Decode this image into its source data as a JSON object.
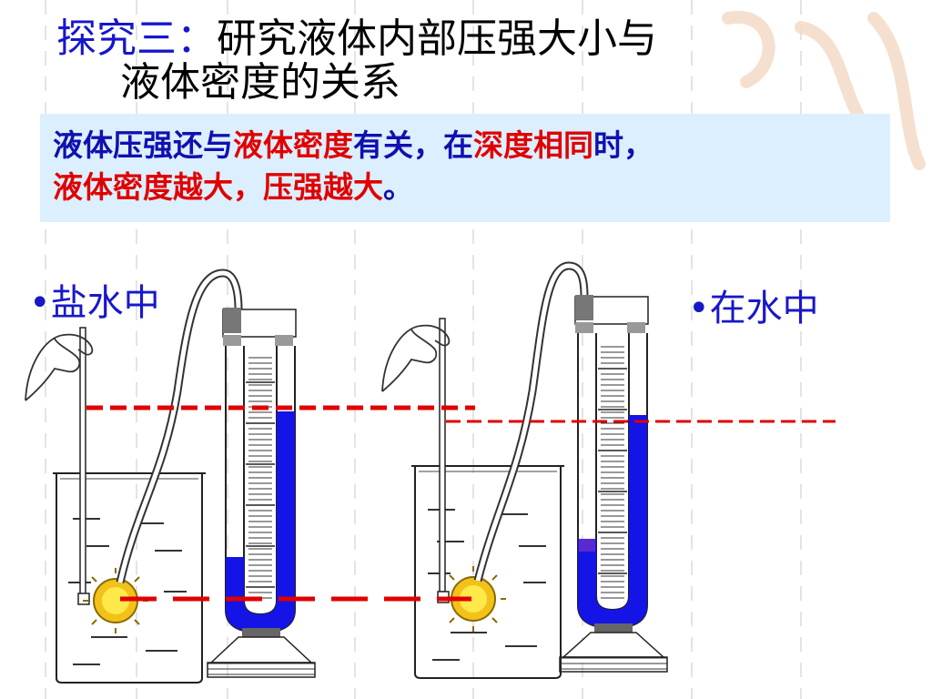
{
  "title": {
    "prefix": "探究三：",
    "main": "研究液体内部压强大小与",
    "line2": "液体密度的关系"
  },
  "conclusion": {
    "seg1": "液体压强还与",
    "seg2": "液体密度",
    "seg3": "有关，在",
    "seg4": "深度相同",
    "seg5": "时，",
    "seg6": "液体密度越大，压强越大",
    "seg7": "。"
  },
  "labels": {
    "saltwater": "•盐水中",
    "water": "•在水中"
  },
  "colors": {
    "blue_text": "#1616cc",
    "red_text": "#e00000",
    "box_bg": "#dcefff",
    "liquid": "#1414e6",
    "dashed_line": "#e00000"
  }
}
